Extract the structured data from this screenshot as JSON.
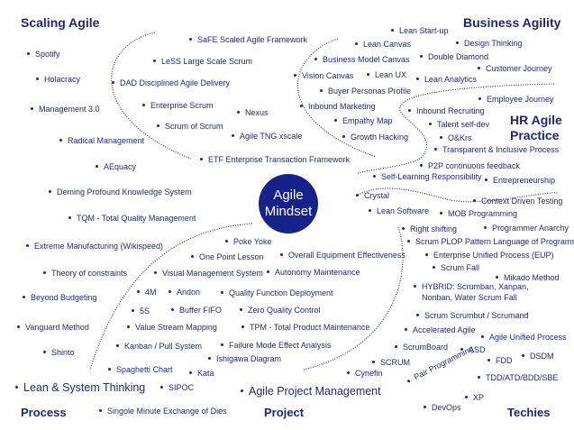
{
  "center": {
    "line1": "Agile",
    "line2": "Mindset"
  },
  "headings": {
    "scaling": "Scaling Agile",
    "business": "Business Agility",
    "hr_line1": "HR Agile",
    "hr_line2": "Practice",
    "process": "Process",
    "project": "Project",
    "techies": "Techies"
  },
  "groups": {
    "scaling": [
      "SaFE Scaled Agile Framework",
      "Spotify",
      "LeSS Large Scale Scrum",
      "Holacracy",
      "DAD Disciplined Agile Delivery",
      "Management 3.0",
      "Enterprise Scrum",
      "Nexus",
      "Scrum of Scrum",
      "Agile TNG xscale",
      "Radical Management",
      "ETF Enterprise Transaction Framework",
      "AEquacy",
      "Deming Profound Knowledge System",
      "TQM - Total Quality Management"
    ],
    "business": [
      "Lean Start-up",
      "Lean Canvas",
      "Design Thinking",
      "Business Model Canvas",
      "Double Diamond",
      "Customer Journey",
      "Vision Canvas",
      "Lean UX",
      "Lean Analytics",
      "Buyer Personas Profile",
      "Inbound Marketing",
      "Empathy Map",
      "Growth Hacking"
    ],
    "hr": [
      "Employee Journey",
      "Inbound Recruiting",
      "Talent self-dev",
      "O&Krs",
      "Transparent & Inclusive Process",
      "P2P continuous feedback",
      "Self-Learning Responsibility",
      "Entrepreneurship"
    ],
    "process": [
      "Poke Yoke",
      "Extreme Manufacturing (Wikispeed)",
      "One Point Lesson",
      "Overall Equipment Effectiveness",
      "Theory of constraints",
      "Visual Management System",
      "Autonomy Maintenance",
      "Beyond Budgeting",
      "4M",
      "Andon",
      "Quality Function Deployment",
      "5S",
      "Buffer FIFO",
      "Zero Quality Control",
      "Vanguard Method",
      "Value Stream Mapping",
      "TPM - Total Product Maintenance",
      "Kanban / Pull System",
      "Failure Mode Effect Analysis",
      "Shinto",
      "Ishigawa Diagram",
      "Spaghetti Chart",
      "Kata",
      "Lean & System Thinking",
      "SIPOC",
      "Singole Minute Exchange of Dies"
    ],
    "project": [
      "Agile Project Management",
      "Cynefin",
      "SCRUM"
    ],
    "techies": [
      "Crystal",
      "Context Driven Testing",
      "Lean Software",
      "MOB Programming",
      "Right shifting",
      "Programmer Anarchy",
      "Scrum PLOP Pattern Language of Programs",
      "Enterprise Unified Process (EUP)",
      "Scrum Fall",
      "Mikado Method",
      "HYBRID: Scrumban, Xanpan,",
      "Nonban, Water Scrum Fall",
      "Scrum Scrumbut / Scrumand",
      "Accelerated Agile",
      "Agile Unified Process",
      "ScrumBoard",
      "ASD",
      "FDD",
      "DSDM",
      "TDD/ATD/BDD/SBE",
      "XP",
      "DevOps"
    ],
    "pair_programming": "Pair Programming"
  },
  "colors": {
    "text": "#1f2a7c",
    "circle": "#16228c"
  }
}
